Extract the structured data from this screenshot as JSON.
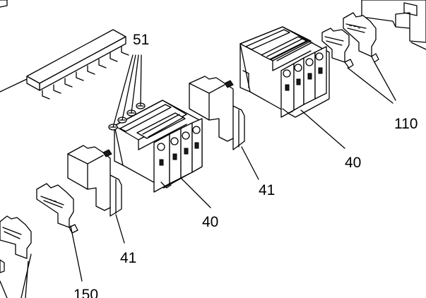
{
  "figure": {
    "labels": {
      "ref_51": "51",
      "ref_110": "110",
      "ref_40_right": "40",
      "ref_41_middle": "41",
      "ref_40_center": "40",
      "ref_41_left": "41",
      "ref_150": "150"
    }
  }
}
